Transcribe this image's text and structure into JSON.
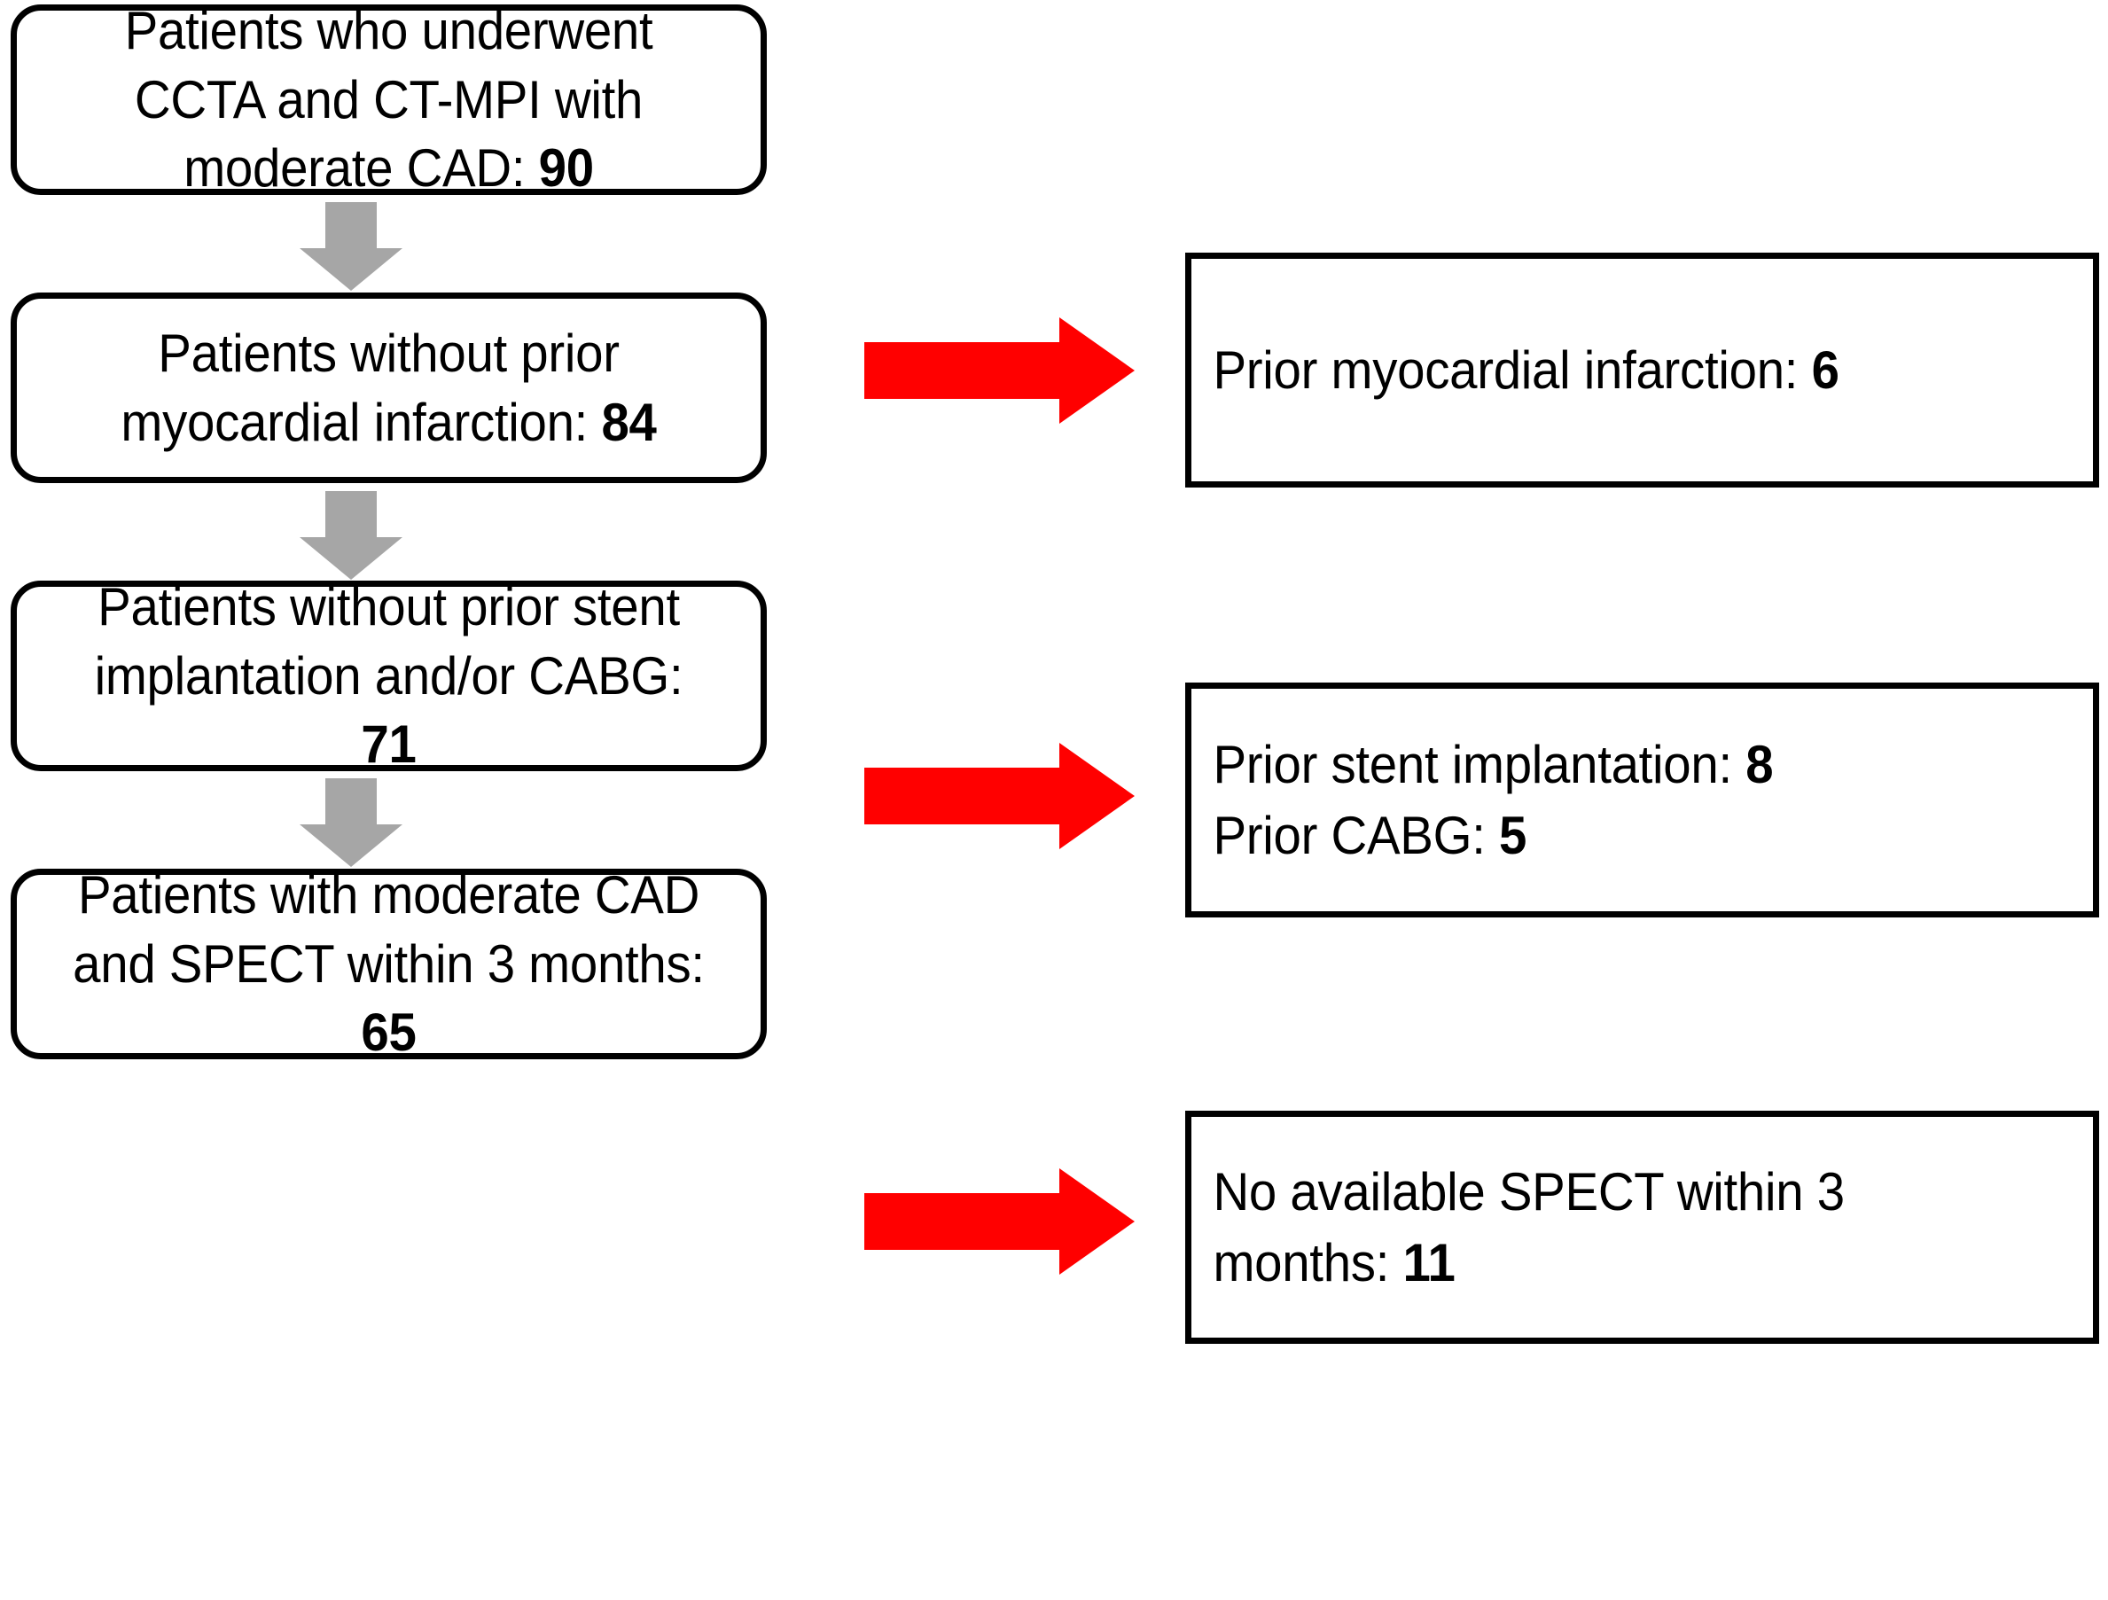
{
  "diagram": {
    "title": "Patient selection flowchart",
    "colors": {
      "box_border": "#000000",
      "box_fill": "#FFFFFF",
      "down_arrow": "#A6A6A6",
      "right_arrow": "#FF0000",
      "text": "#000000"
    },
    "flow_boxes": [
      {
        "id": "enrolled",
        "text_plain": "Patients who underwent CCTA and CT-MPI with moderate CAD: 90",
        "label": "Patients who underwent CCTA and CT-MPI with moderate CAD: ",
        "count": "90"
      },
      {
        "id": "no-prior-mi",
        "text_plain": "Patients without prior myocardial infarction: 84",
        "label": "Patients without prior myocardial infarction: ",
        "count": "84"
      },
      {
        "id": "no-prior-stent-cabg",
        "text_plain": "Patients without prior stent implantation and/or CABG: 71",
        "label": "Patients without prior stent implantation and/or CABG: ",
        "count": "71"
      },
      {
        "id": "final-cohort",
        "text_plain": "Patients with moderate CAD and SPECT within 3 months: 65",
        "label": "Patients with moderate CAD and SPECT within 3 months: ",
        "count": "65"
      }
    ],
    "exclusion_boxes": [
      {
        "id": "excl-prior-mi",
        "lines": [
          {
            "label": "Prior myocardial infarction: ",
            "count": "6"
          }
        ],
        "text_plain": "Prior myocardial infarction: 6"
      },
      {
        "id": "excl-stent-cabg",
        "lines": [
          {
            "label": "Prior stent implantation: ",
            "count": "8"
          },
          {
            "label": "Prior CABG: ",
            "count": "5"
          }
        ],
        "text_plain": "Prior stent implantation: 8 / Prior CABG: 5"
      },
      {
        "id": "excl-no-spect",
        "lines": [
          {
            "label": "No available SPECT within 3 months: ",
            "count": "11"
          }
        ],
        "text_plain": "No available SPECT within 3 months: 11"
      }
    ],
    "down_arrows": [
      {
        "id": "down-arrow-1",
        "from": "enrolled",
        "to": "no-prior-mi"
      },
      {
        "id": "down-arrow-2",
        "from": "no-prior-mi",
        "to": "no-prior-stent-cabg"
      },
      {
        "id": "down-arrow-3",
        "from": "no-prior-stent-cabg",
        "to": "final-cohort"
      }
    ],
    "right_arrows": [
      {
        "id": "right-arrow-1",
        "to": "excl-prior-mi"
      },
      {
        "id": "right-arrow-2",
        "to": "excl-stent-cabg"
      },
      {
        "id": "right-arrow-3",
        "to": "excl-no-spect"
      }
    ]
  }
}
